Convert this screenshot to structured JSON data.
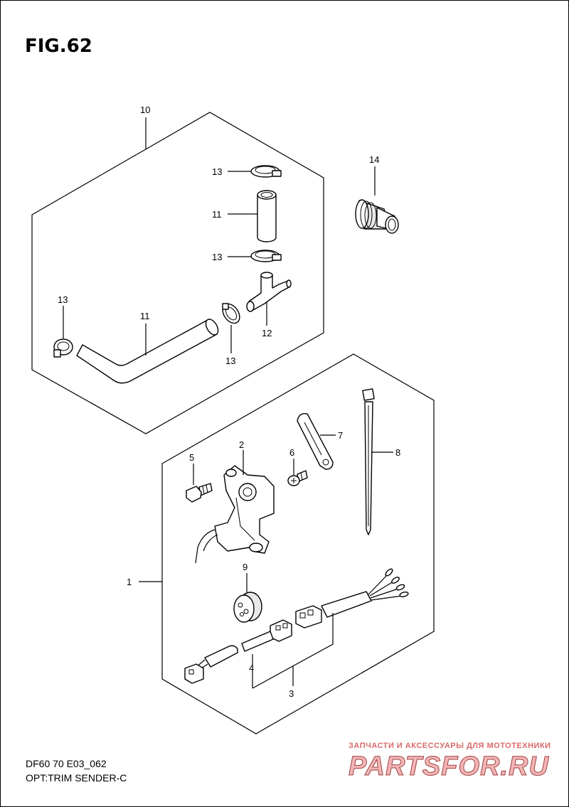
{
  "title": "FIG.62",
  "footer": {
    "code": "DF60 70 E03_062",
    "name": "OPT:TRIM SENDER-C"
  },
  "watermark": {
    "subtitle": "ЗАПЧАСТИ И АКСЕССУАРЫ ДЛЯ МОТОТЕХНИКИ",
    "brand": "PARTSFOR.RU"
  },
  "callouts": {
    "c1": "1",
    "c2": "2",
    "c3": "3",
    "c4": "4",
    "c5": "5",
    "c6": "6",
    "c7": "7",
    "c8": "8",
    "c9": "9",
    "c10": "10",
    "c11a": "11",
    "c11b": "11",
    "c12": "12",
    "c13a": "13",
    "c13b": "13",
    "c13c": "13",
    "c13d": "13",
    "c14": "14"
  }
}
